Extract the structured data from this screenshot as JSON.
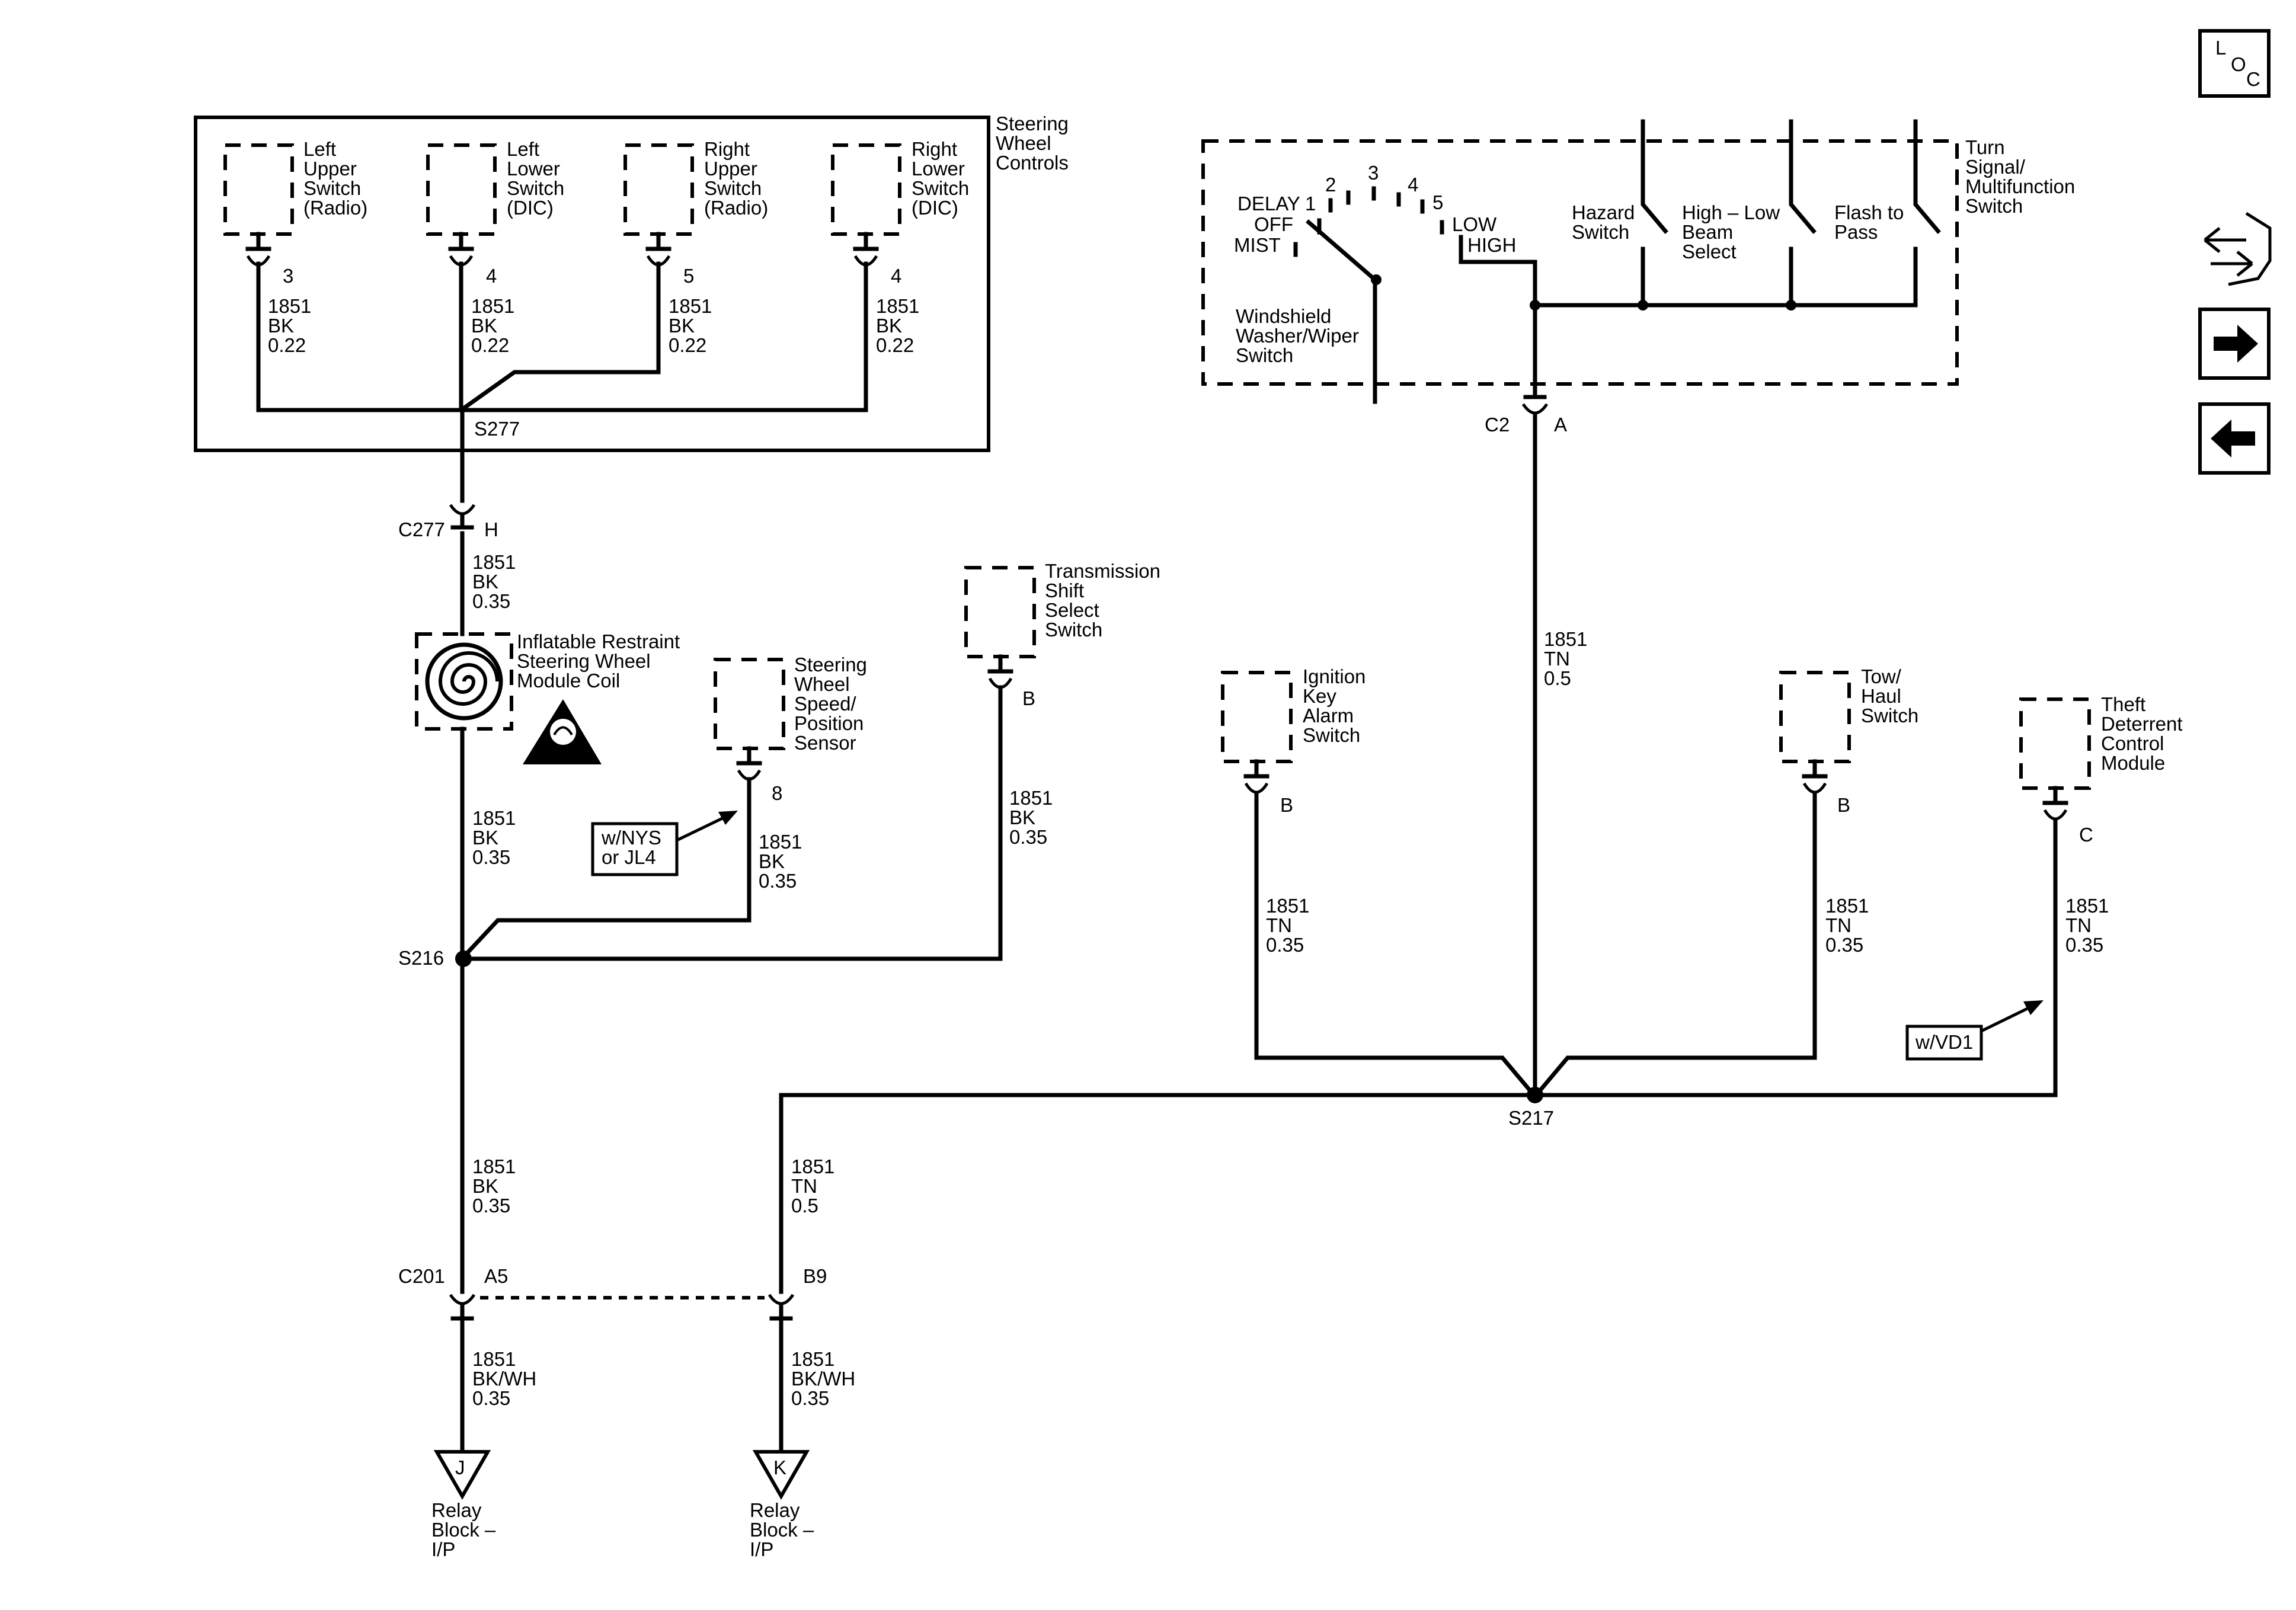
{
  "nav": {
    "loc_l": "L",
    "loc_o": "O",
    "loc_c": "C"
  },
  "steering_controls": {
    "title": [
      "Steering",
      "Wheel",
      "Controls"
    ],
    "switches": [
      {
        "lines": [
          "Left",
          "Upper",
          "Switch",
          "(Radio)"
        ],
        "pin": "3",
        "wire": [
          "1851",
          "BK",
          "0.22"
        ]
      },
      {
        "lines": [
          "Left",
          "Lower",
          "Switch",
          "(DIC)"
        ],
        "pin": "4",
        "wire": [
          "1851",
          "BK",
          "0.22"
        ]
      },
      {
        "lines": [
          "Right",
          "Upper",
          "Switch",
          "(Radio)"
        ],
        "pin": "5",
        "wire": [
          "1851",
          "BK",
          "0.22"
        ]
      },
      {
        "lines": [
          "Right",
          "Lower",
          "Switch",
          "(DIC)"
        ],
        "pin": "4",
        "wire": [
          "1851",
          "BK",
          "0.22"
        ]
      }
    ],
    "splice": "S277"
  },
  "c277": {
    "name": "C277",
    "pin": "H",
    "wire": [
      "1851",
      "BK",
      "0.35"
    ]
  },
  "coil": {
    "label": [
      "Inflatable Restraint",
      "Steering Wheel",
      "Module Coil"
    ]
  },
  "left_trunk": {
    "wire": [
      "1851",
      "BK",
      "0.35"
    ]
  },
  "steering_sensor": {
    "label": [
      "Steering",
      "Wheel",
      "Speed/",
      "Position",
      "Sensor"
    ],
    "pin": "8",
    "option": [
      "w/NYS",
      "or JL4"
    ],
    "wire": [
      "1851",
      "BK",
      "0.35"
    ]
  },
  "trans_switch": {
    "label": [
      "Transmission",
      "Shift",
      "Select",
      "Switch"
    ],
    "pin": "B",
    "wire": [
      "1851",
      "BK",
      "0.35"
    ]
  },
  "s216": "S216",
  "below_s216": {
    "wire": [
      "1851",
      "BK",
      "0.35"
    ]
  },
  "turn_signal": {
    "title": [
      "Turn",
      "Signal/",
      "Multifunction",
      "Switch"
    ],
    "wiper": {
      "delay": "DELAY",
      "p1": "1",
      "p2": "2",
      "p3": "3",
      "p4": "4",
      "p5": "5",
      "off": "OFF",
      "mist": "MIST",
      "low": "LOW",
      "high": "HIGH",
      "label": [
        "Windshield",
        "Washer/Wiper",
        "Switch"
      ]
    },
    "hazard": [
      "Hazard",
      "Switch"
    ],
    "high_low": [
      "High – Low",
      "Beam",
      "Select"
    ],
    "flash": [
      "Flash to",
      "Pass"
    ]
  },
  "c2": {
    "name": "C2",
    "pin": "A",
    "wire": [
      "1851",
      "TN",
      "0.5"
    ]
  },
  "ignition": {
    "label": [
      "Ignition",
      "Key",
      "Alarm",
      "Switch"
    ],
    "pin": "B",
    "wire": [
      "1851",
      "TN",
      "0.35"
    ]
  },
  "tow_haul": {
    "label": [
      "Tow/",
      "Haul",
      "Switch"
    ],
    "pin": "B",
    "wire": [
      "1851",
      "TN",
      "0.35"
    ]
  },
  "theft": {
    "label": [
      "Theft",
      "Deterrent",
      "Control",
      "Module"
    ],
    "pin": "C",
    "wire": [
      "1851",
      "TN",
      "0.35"
    ],
    "option": "w/VD1"
  },
  "s217": "S217",
  "mid_wire": [
    "1851",
    "TN",
    "0.5"
  ],
  "c201": {
    "name": "C201",
    "pin_a": "A5",
    "pin_b": "B9"
  },
  "ground_j": {
    "wire": [
      "1851",
      "BK/WH",
      "0.35"
    ],
    "letter": "J",
    "label": [
      "Relay",
      "Block –",
      "I/P"
    ]
  },
  "ground_k": {
    "wire": [
      "1851",
      "BK/WH",
      "0.35"
    ],
    "letter": "K",
    "label": [
      "Relay",
      "Block –",
      "I/P"
    ]
  }
}
